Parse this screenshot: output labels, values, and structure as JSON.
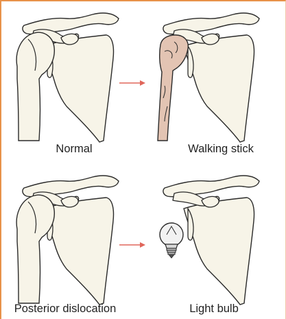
{
  "colors": {
    "border": "#e8924a",
    "bone_fill": "#f7f4e8",
    "bone_stroke": "#2a2a2a",
    "arrow": "#e0665a",
    "walking_stick_fill": "#e3c4b3"
  },
  "panels": [
    {
      "caption": "Normal",
      "humeral_head": "normal"
    },
    {
      "caption": "Walking stick",
      "humeral_head": "walking-stick"
    },
    {
      "caption": "Posterior dislocation",
      "humeral_head": "normal"
    },
    {
      "caption": "Light bulb",
      "humeral_head": "light-bulb"
    }
  ],
  "arrows": [
    {
      "from": "normal",
      "to": "walking-stick"
    },
    {
      "from": "posterior-dislocation",
      "to": "light-bulb"
    }
  ]
}
